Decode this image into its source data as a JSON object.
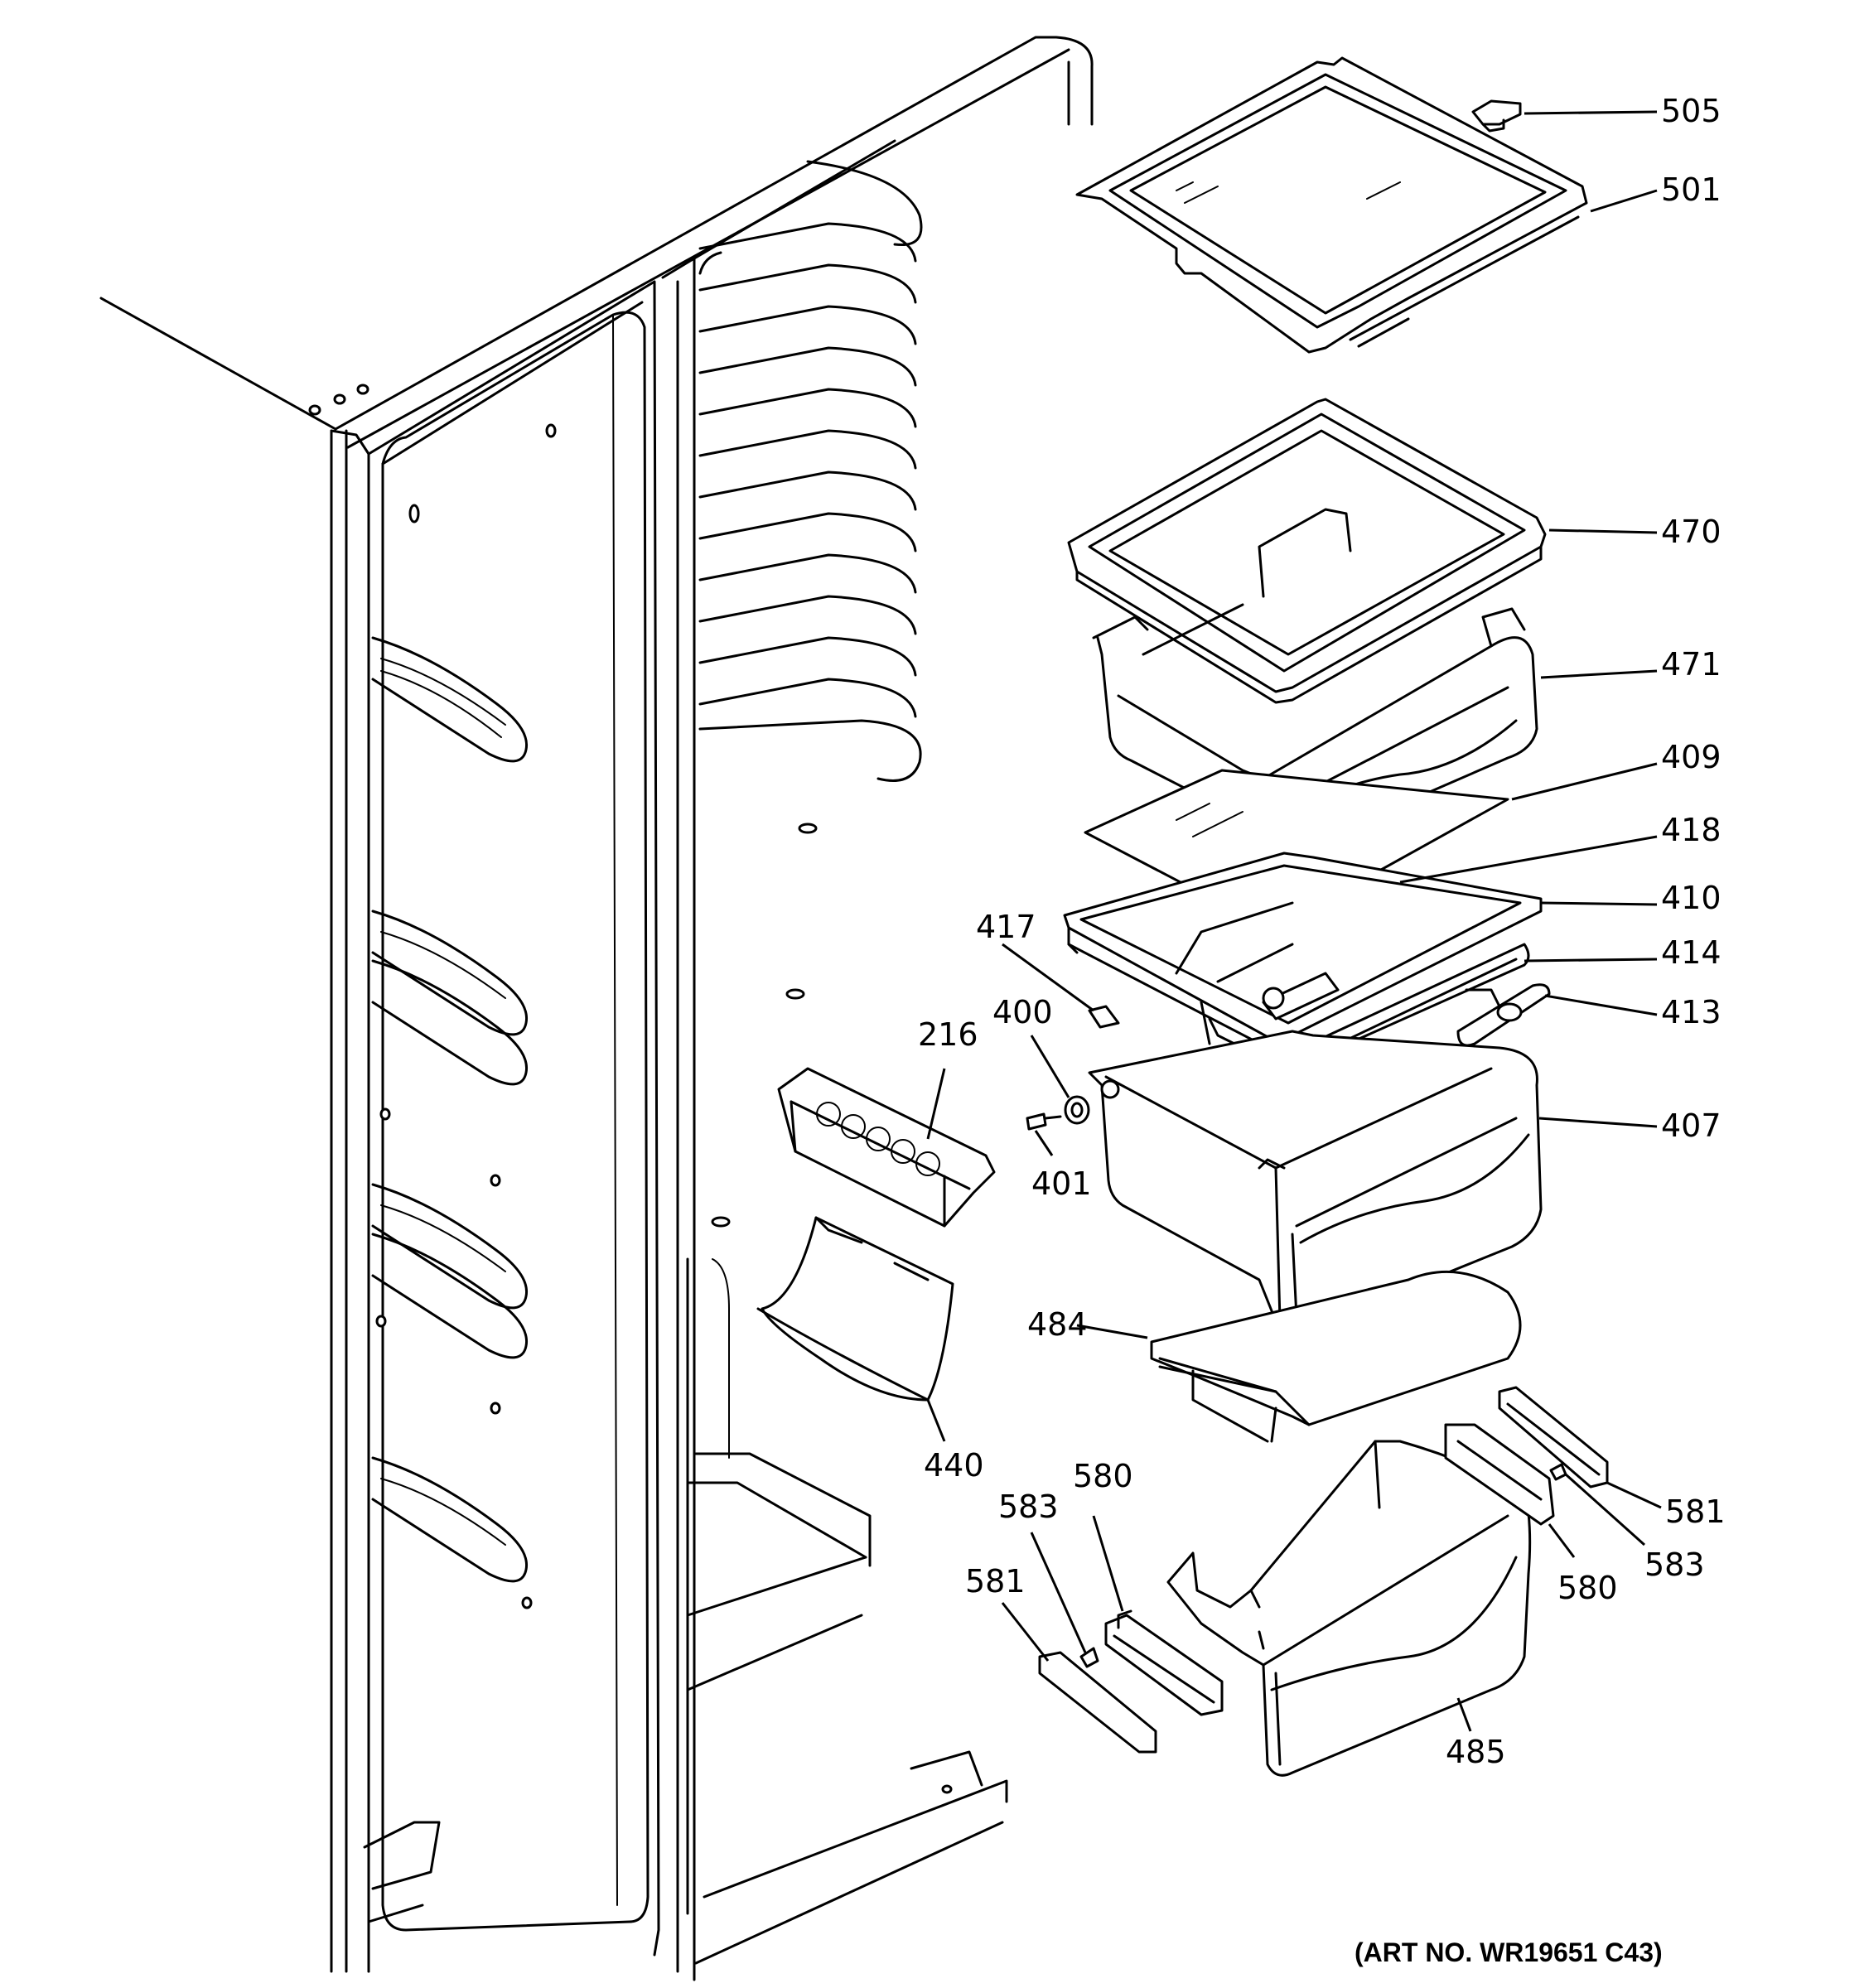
{
  "parts": [
    {
      "id": "505",
      "label": "505"
    },
    {
      "id": "501",
      "label": "501"
    },
    {
      "id": "470",
      "label": "470"
    },
    {
      "id": "471",
      "label": "471"
    },
    {
      "id": "409",
      "label": "409"
    },
    {
      "id": "418",
      "label": "418"
    },
    {
      "id": "410",
      "label": "410"
    },
    {
      "id": "414",
      "label": "414"
    },
    {
      "id": "413",
      "label": "413"
    },
    {
      "id": "407",
      "label": "407"
    },
    {
      "id": "417",
      "label": "417"
    },
    {
      "id": "400",
      "label": "400"
    },
    {
      "id": "401",
      "label": "401"
    },
    {
      "id": "216",
      "label": "216"
    },
    {
      "id": "440",
      "label": "440"
    },
    {
      "id": "484",
      "label": "484"
    },
    {
      "id": "580a",
      "label": "580"
    },
    {
      "id": "583a",
      "label": "583"
    },
    {
      "id": "581a",
      "label": "581"
    },
    {
      "id": "485",
      "label": "485"
    },
    {
      "id": "581b",
      "label": "581"
    },
    {
      "id": "583b",
      "label": "583"
    },
    {
      "id": "580b",
      "label": "580"
    }
  ],
  "art_number": "(ART NO. WR19651 C43)"
}
